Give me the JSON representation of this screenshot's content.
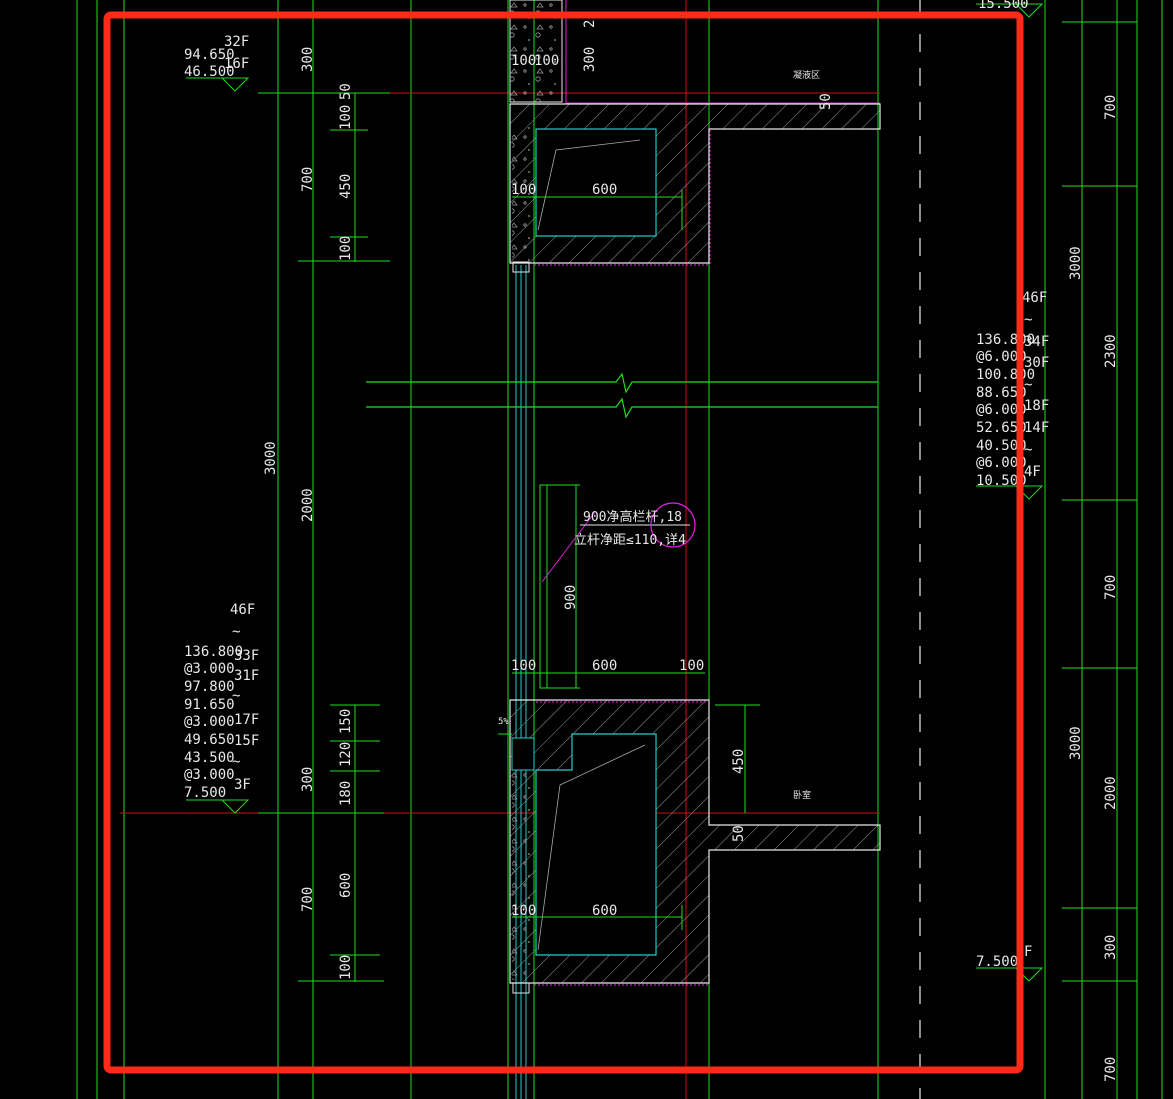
{
  "colors": {
    "background": "#000000",
    "green": "#22DD22",
    "cyan": "#22CCCC",
    "red_axis": "#CC1111",
    "magenta": "#DD22DD",
    "white": "#E8E8E8",
    "highlight_frame": "#FF2A1A",
    "hatch": "#9A9A9A"
  },
  "drawing": {
    "top_label": "15.500",
    "upper_room_label": "凝液区",
    "lower_room_label": "卧室",
    "slope_label": "5%",
    "railing_note_1": "900净高栏杆,18",
    "railing_note_2": "立杆净距≤110,详4"
  },
  "level_tags": {
    "upper_left": [
      "32F",
      "94.650",
      "16F",
      "46.500"
    ],
    "middle_left": [
      "46F",
      "~",
      "136.800",
      "33F",
      "@3.000",
      "31F",
      "97.800",
      "~",
      "91.650",
      "17F",
      "@3.000",
      "15F",
      "49.650",
      "43.500",
      "~",
      "@3.000",
      "3F",
      "7.500"
    ],
    "right": [
      "46F",
      "~",
      "136.800",
      "34F",
      "@6.000",
      "30F",
      "100.800",
      "~",
      "88.650",
      "18F",
      "@6.000",
      "52.650",
      "14F",
      "40.500",
      "~",
      "@6.000",
      "4F",
      "10.500"
    ],
    "lower_right": [
      "7.500",
      "F"
    ]
  },
  "dimensions": {
    "col_a": [
      "300",
      "700",
      "3000",
      "300",
      "700"
    ],
    "col_b": [
      "2000"
    ],
    "col_c": [
      "50",
      "100",
      "450",
      "100",
      "150",
      "120",
      "180",
      "600",
      "100"
    ],
    "top_slab": [
      "100",
      "100",
      "300",
      "2"
    ],
    "upper_beam": [
      "100",
      "600",
      "50"
    ],
    "railing": [
      "900",
      "100",
      "600",
      "100"
    ],
    "lower_beam": [
      "450",
      "50",
      "100",
      "600"
    ],
    "right_column": [
      "700",
      "3000",
      "2300",
      "700",
      "3000",
      "2000",
      "300",
      "700"
    ]
  }
}
